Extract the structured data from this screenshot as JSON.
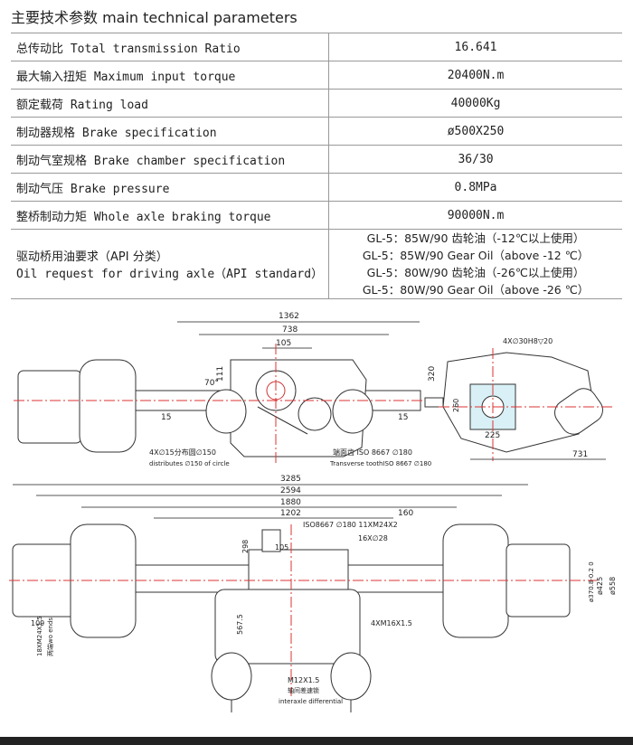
{
  "header": {
    "title": "主要技术参数 main technical parameters"
  },
  "specs": [
    {
      "cn": "总传动比",
      "en": "Total transmission Ratio",
      "value": "16.641"
    },
    {
      "cn": "最大输入扭矩",
      "en": "Maximum input torque",
      "value": "20400N.m"
    },
    {
      "cn": "额定载荷",
      "en": "Rating load",
      "value": "40000Kg"
    },
    {
      "cn": "制动器规格",
      "en": "Brake specification",
      "value": "ø500X250"
    },
    {
      "cn": "制动气室规格",
      "en": "Brake chamber specification",
      "value": "36/30"
    },
    {
      "cn": "制动气压",
      "en": "Brake pressure",
      "value": "0.8MPa"
    },
    {
      "cn": "整桥制动力矩",
      "en": "Whole axle braking torque",
      "value": "90000N.m"
    }
  ],
  "oil": {
    "cn": "驱动桥用油要求（API 分类）",
    "en": "Oil request for driving axle（API standard）",
    "lines": [
      "GL-5：85W/90 齿轮油（-12℃以上使用）",
      "GL-5：85W/90 Gear Oil（above -12 ℃）",
      "GL-5：80W/90 齿轮油（-26℃以上使用）",
      "GL-5：80W/90 Gear Oil（above -26 ℃）"
    ]
  },
  "drawing_top": {
    "dims": [
      "1362",
      "738",
      "105",
      "111",
      "70°",
      "15",
      "15",
      "320"
    ],
    "note_bolts_cn": "4X∅15分布圆∅150",
    "note_bolts_en": "distributes ∅150 of circle",
    "note_teeth_cn": "端面齿 ISO 8667 ∅180",
    "note_teeth_en": "Transverse toothISO 8667 ∅180"
  },
  "drawing_side": {
    "dims": [
      "4X∅30H8▽20",
      "260",
      "225",
      "731"
    ]
  },
  "drawing_bottom": {
    "dims": [
      "3285",
      "2594",
      "1880",
      "1202",
      "160",
      "298",
      "105",
      "567.5",
      "109",
      "ø370.8-0.2 0",
      "ø425",
      "ø558"
    ],
    "note_iso": "ISO8667 ∅180  11XM24X2",
    "note_holes": "16X∅28",
    "note_bolt": "4XM16X1.5",
    "note_ends": "18XM24X1.5",
    "note_ends_cn": "两端wo ends",
    "note_m12": "M12X1.5",
    "note_lock_cn": "轴间差速锁",
    "note_lock_en": "interaxle differential"
  }
}
